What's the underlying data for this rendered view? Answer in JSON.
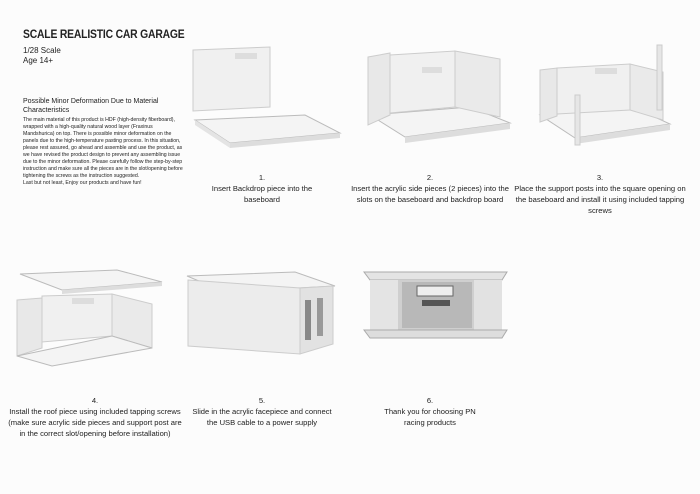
{
  "header": {
    "title": "SCALE REALISTIC CAR GARAGE",
    "scale": "1/28 Scale",
    "age": "Age 14+"
  },
  "notice": {
    "heading": "Possible Minor Deformation Due to Material Characteristics",
    "body": "The main material of this product is HDF (high-density fiberboard), wrapped with a high-quality natural wood layer (Fraxinus Mandshurica) on top.  There is possible minor deformation on the panels due to the high-temperature pasting process.  In this situation, please rest assured, go ahead and assemble and use the product, as we have revised the product design to prevent any assembling issue due to the minor deformation. Please carefully follow the step-by-step instruction and make sure all the pieces are in the slot/opening before tightening the screws as the instruction suggested.",
    "closing": "Last but not least, Enjoy our products and have fun!"
  },
  "steps": [
    {
      "number": "1.",
      "text": "Insert Backdrop piece into the baseboard"
    },
    {
      "number": "2.",
      "text": "Insert the acrylic side pieces (2 pieces) into the slots on the baseboard and backdrop board"
    },
    {
      "number": "3.",
      "text": "Place the support posts into the square opening on the baseboard and install it using included tapping screws"
    },
    {
      "number": "4.",
      "text": "Install the roof piece using included tapping screws (make sure acrylic side pieces and support post are in the correct slot/opening before installation)"
    },
    {
      "number": "5.",
      "text": "Slide in the acrylic facepiece and connect the USB cable to a power supply"
    },
    {
      "number": "6.",
      "text": "Thank you for choosing PN racing products"
    }
  ]
}
